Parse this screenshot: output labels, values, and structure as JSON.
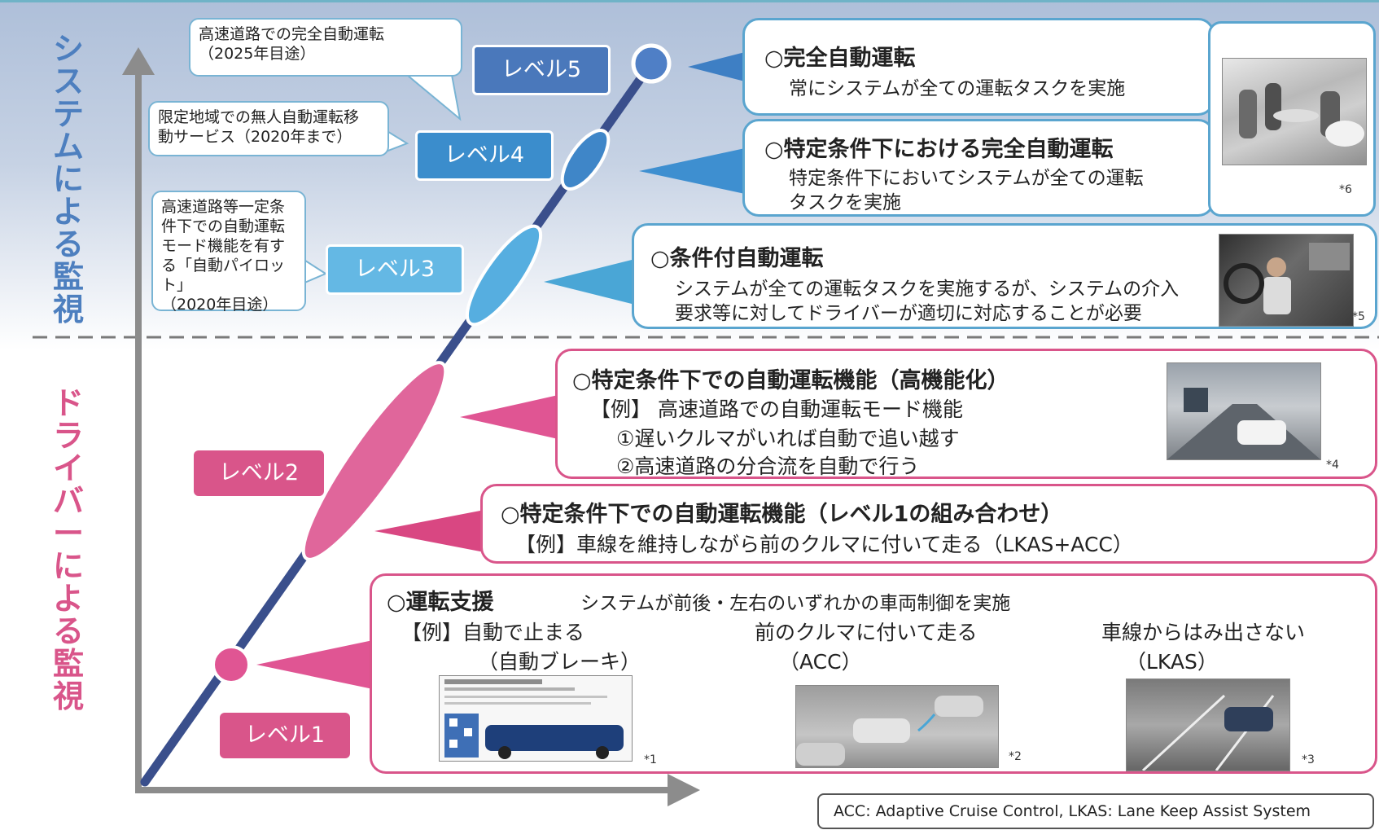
{
  "axis_labels": {
    "system": "システムによる監視",
    "driver": "ドライバーによる監視"
  },
  "levels": [
    {
      "label": "レベル5"
    },
    {
      "label": "レベル4"
    },
    {
      "label": "レベル3"
    },
    {
      "label": "レベル2"
    },
    {
      "label": "レベル1"
    }
  ],
  "callouts": {
    "level5": {
      "line1": "高速道路での完全自動運転",
      "line2": "（2025年目途）"
    },
    "level4": {
      "line1": "限定地域での無人自動運転移",
      "line2": "動サービス（2020年まで）"
    },
    "level3": {
      "line1": "高速道路等一定条",
      "line2": "件下での自動運転",
      "line3": "モード機能を有す",
      "line4": "る「自動パイロット」",
      "line5": "（2020年目途）"
    }
  },
  "boxes": {
    "l5": {
      "title": "○完全自動運転",
      "line1": "常にシステムが全ての運転タスクを実施"
    },
    "l4": {
      "title": "○特定条件下における完全自動運転",
      "line1": "特定条件下においてシステムが全ての運転",
      "line2": "タスクを実施",
      "note": "*6"
    },
    "l3": {
      "title": "○条件付自動運転",
      "line1": "システムが全ての運転タスクを実施するが、システムの介入",
      "line2": "要求等に対してドライバーが適切に対応することが必要",
      "note": "*5"
    },
    "l2a": {
      "title": "○特定条件下での自動運転機能（高機能化）",
      "line1": "【例】 高速道路での自動運転モード機能",
      "line2": "①遅いクルマがいれば自動で追い越す",
      "line3": "②高速道路の分合流を自動で行う",
      "note": "*4"
    },
    "l2b": {
      "title": "○特定条件下での自動運転機能（レベル1の組み合わせ）",
      "line1": "【例】車線を維持しながら前のクルマに付いて走る（LKAS+ACC）"
    },
    "l1": {
      "title": "○運転支援",
      "desc": "システムが前後・左右のいずれかの車両制御を実施",
      "ex1_line1": "【例】自動で止まる",
      "ex1_line2": "（自動ブレーキ）",
      "ex2_line1": "前のクルマに付いて走る",
      "ex2_line2": "（ACC）",
      "ex3_line1": "車線からはみ出さない",
      "ex3_line2": "（LKAS）",
      "note1": "*1",
      "note2": "*2",
      "note3": "*3"
    }
  },
  "abbreviations": "ACC: Adaptive Cruise Control,  LKAS: Lane Keep Assist System",
  "colors": {
    "system_blue": "#4d7fbf",
    "driver_pink": "#d9558a",
    "diagonal_navy": "#3a4f8c",
    "axis_gray": "#8c8c8c"
  }
}
